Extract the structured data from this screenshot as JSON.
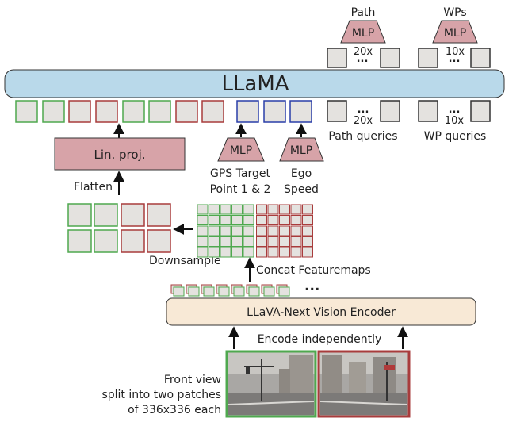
{
  "llm": {
    "label": "LLaMA"
  },
  "heads": {
    "path": {
      "title": "Path",
      "mlp": "MLP",
      "count": "20x"
    },
    "wps": {
      "title": "WPs",
      "mlp": "MLP",
      "count": "10x"
    }
  },
  "queries": {
    "path": {
      "count": "20x",
      "label": "Path queries"
    },
    "wp": {
      "count": "10x",
      "label": "WP queries"
    }
  },
  "ellipsis": "...",
  "linproj": {
    "label": "Lin. proj."
  },
  "mlp_gps": {
    "mlp": "MLP",
    "line1": "GPS Target",
    "line2": "Point 1 & 2"
  },
  "mlp_ego": {
    "mlp": "MLP",
    "line1": "Ego",
    "line2": "Speed"
  },
  "flatten": "Flatten",
  "downsample": "Downsample",
  "concat": "Concat Featuremaps",
  "encoder": {
    "label": "LLaVA-Next Vision Encoder"
  },
  "encode_independently": "Encode independently",
  "caption": {
    "line1": "Front view",
    "line2": "split into two patches",
    "line3": "of 336x336 each"
  },
  "colors": {
    "green": "#4fa84f",
    "red": "#a83c3c",
    "blue": "#2a3ea8",
    "cell": "#e4e2df",
    "mlp_fill": "#d7a3a8",
    "llama_fill": "#b9d9ea",
    "encoder_fill": "#f8e9d6"
  }
}
